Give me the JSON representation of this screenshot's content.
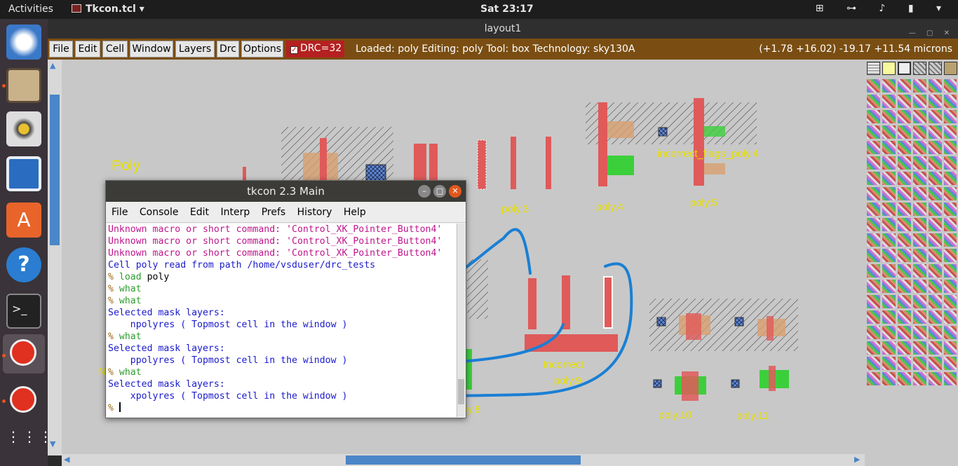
{
  "topbar": {
    "activities": "Activities",
    "app_name": "Tkcon.tcl",
    "app_caret": "▾",
    "clock": "Sat 23:17",
    "tray_icons": "⊞ ⊶ ♪ ▮ ▾"
  },
  "window": {
    "title": "layout1",
    "controls": "— ▢ ✕"
  },
  "menu": {
    "items": [
      "File",
      "Edit",
      "Cell",
      "Window",
      "Layers",
      "Drc",
      "Options"
    ],
    "drc_label": "DRC=32",
    "drc_check": "✓",
    "status": "Loaded: poly Editing: poly Tool: box  Technology: sky130A",
    "coords": "(+1.78 +16.02) -19.17 +11.54 microns"
  },
  "layout_labels": {
    "poly": "Poly",
    "poly3": "poly.3",
    "poly4": "poly.4",
    "poly5": "poly.5",
    "incorrect_flags": "incorrect_flags_poly.4",
    "incorrect_poly9_a": "Incorrect",
    "incorrect_poly9_b": "poly.9",
    "poly8": "ly.8",
    "poly10": "poly.10",
    "poly11": "poly.11",
    "edge_n": "N"
  },
  "tkcon": {
    "title": "tkcon 2.3 Main",
    "menu": [
      "File",
      "Console",
      "Edit",
      "Interp",
      "Prefs",
      "History",
      "Help"
    ],
    "lines": [
      {
        "c": "l-mag",
        "t": "Unknown macro or short command: 'Control_XK_Pointer_Button4'"
      },
      {
        "c": "l-mag",
        "t": "Unknown macro or short command: 'Control_XK_Pointer_Button4'"
      },
      {
        "c": "l-mag",
        "t": "Unknown macro or short command: 'Control_XK_Pointer_Button4'"
      },
      {
        "c": "l-blue",
        "t": "Cell poly read from path /home/vsduser/drc_tests"
      },
      {
        "c": "l-green",
        "p": "% ",
        "t": "load",
        "rest": " poly"
      },
      {
        "c": "l-green",
        "p": "% ",
        "t": "what"
      },
      {
        "c": "l-green",
        "p": "% ",
        "t": "what"
      },
      {
        "c": "l-blue",
        "t": "Selected mask layers:"
      },
      {
        "c": "l-blue",
        "t": "    npolyres ( Topmost cell in the window )"
      },
      {
        "c": "l-green",
        "p": "% ",
        "t": "what"
      },
      {
        "c": "l-blue",
        "t": "Selected mask layers:"
      },
      {
        "c": "l-blue",
        "t": "    ppolyres ( Topmost cell in the window )"
      },
      {
        "c": "l-green",
        "p": "% ",
        "t": "what"
      },
      {
        "c": "l-blue",
        "t": "Selected mask layers:"
      },
      {
        "c": "l-blue",
        "t": "    xpolyres ( Topmost cell in the window )"
      },
      {
        "c": "l-pct",
        "p": "% ",
        "t": ""
      }
    ]
  },
  "colors": {
    "accent_menu": "#7a4e12",
    "drc_red": "#b52020",
    "poly_red": "#e05a5a",
    "diff_green": "#3ccf3c",
    "label_yellow": "#e8e000",
    "annotation_blue": "#1a7fd4"
  }
}
